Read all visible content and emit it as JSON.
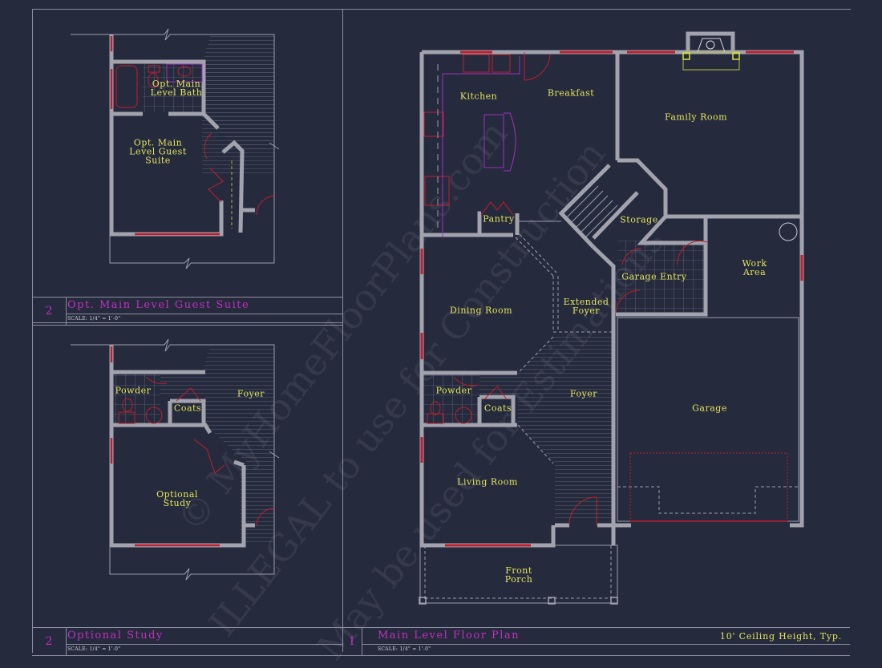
{
  "sheet": {
    "background": "#262a3d",
    "wall_color": "#a3a3ad",
    "window_color": "#c01e2e",
    "label_color": "#e4e45a",
    "title_color": "#c030c0"
  },
  "panels": [
    {
      "number": "2",
      "title": "Opt. Main Level Guest Suite",
      "scale": "SCALE: 1/4\" = 1'-0\"",
      "rooms": [
        {
          "name": "Opt. Main\nLevel Bath"
        },
        {
          "name": "Opt. Main\nLevel Guest\nSuite"
        }
      ]
    },
    {
      "number": "2",
      "title": "Optional Study",
      "scale": "SCALE: 1/4\" = 1'-0\"",
      "rooms": [
        {
          "name": "Powder"
        },
        {
          "name": "Coats"
        },
        {
          "name": "Foyer"
        },
        {
          "name": "Optional\nStudy"
        }
      ]
    },
    {
      "number": "1",
      "title": "Main Level Floor Plan",
      "scale": "SCALE: 1/4\" = 1'-0\"",
      "note": "10' Ceiling Height, Typ.",
      "rooms": [
        {
          "name": "Kitchen"
        },
        {
          "name": "Breakfast"
        },
        {
          "name": "Family Room"
        },
        {
          "name": "Pantry"
        },
        {
          "name": "Storage"
        },
        {
          "name": "Work\nArea"
        },
        {
          "name": "Garage Entry"
        },
        {
          "name": "Dining Room"
        },
        {
          "name": "Extended\nFoyer"
        },
        {
          "name": "Powder"
        },
        {
          "name": "Coats"
        },
        {
          "name": "Foyer"
        },
        {
          "name": "Garage"
        },
        {
          "name": "Living Room"
        },
        {
          "name": "Front\nPorch"
        }
      ]
    }
  ],
  "watermark": {
    "line1": "© MyHomeFloorPlans.com",
    "line2": "ILLEGAL to use for Construction",
    "line3": "May be used for Estimations"
  }
}
